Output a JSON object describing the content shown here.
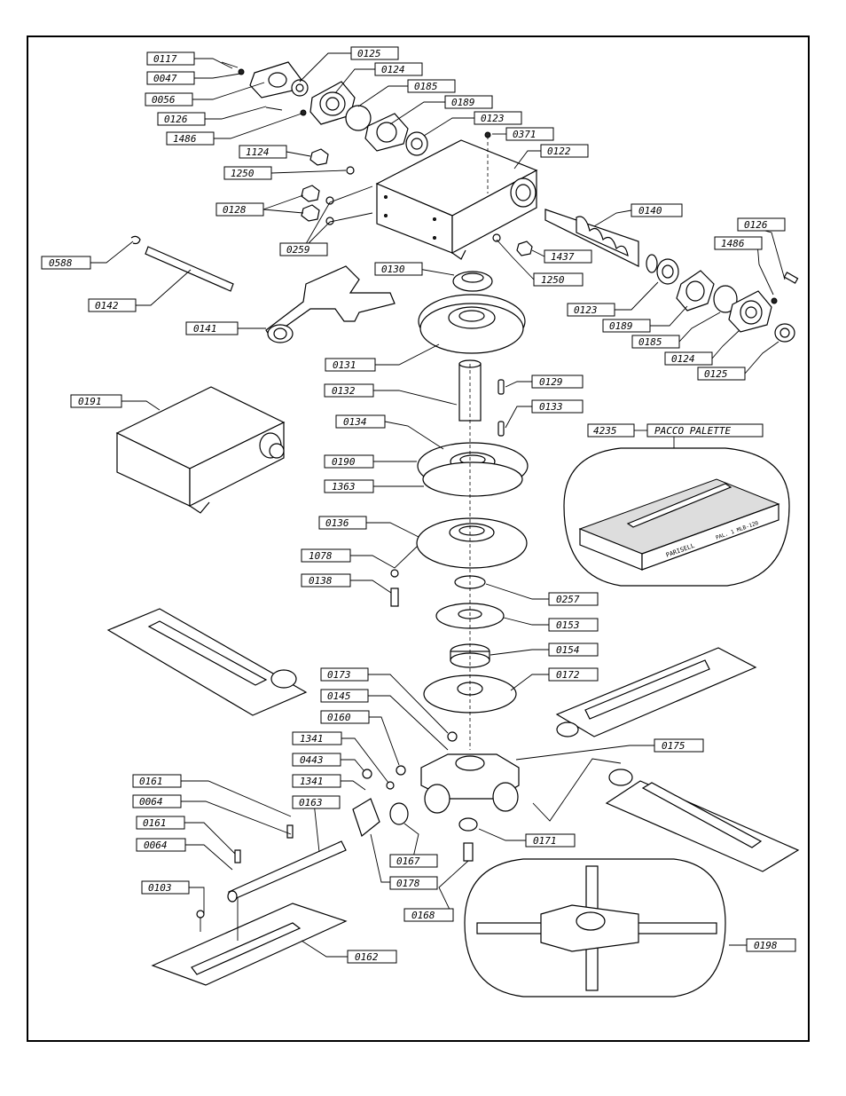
{
  "labels": {
    "l0117": "0117",
    "l0047": "0047",
    "l0056": "0056",
    "l0126a": "0126",
    "l1486a": "1486",
    "l0125a": "0125",
    "l0124a": "0124",
    "l0185a": "0185",
    "l0189a": "0189",
    "l0123a": "0123",
    "l0371": "0371",
    "l0122": "0122",
    "l1124": "1124",
    "l1250a": "1250",
    "l0128": "0128",
    "l0259": "0259",
    "l0588": "0588",
    "l0142": "0142",
    "l0141": "0141",
    "l0130": "0130",
    "l1250b": "1250",
    "l1437": "1437",
    "l0140": "0140",
    "l0126b": "0126",
    "l1486b": "1486",
    "l0123b": "0123",
    "l0189b": "0189",
    "l0185b": "0185",
    "l0124b": "0124",
    "l0125b": "0125",
    "l0131": "0131",
    "l0132": "0132",
    "l0129": "0129",
    "l0133": "0133",
    "l0191": "0191",
    "l0134": "0134",
    "l0190": "0190",
    "l1363": "1363",
    "l4235": "4235",
    "lpacco": "PACCO PALETTE",
    "l0136": "0136",
    "l1078": "1078",
    "l0138": "0138",
    "l0257": "0257",
    "l0153": "0153",
    "l0154": "0154",
    "l0173": "0173",
    "l0172": "0172",
    "l0145": "0145",
    "l0160": "0160",
    "l1341a": "1341",
    "l0443": "0443",
    "l1341b": "1341",
    "l0175": "0175",
    "l0161a": "0161",
    "l0064a": "0064",
    "l0163": "0163",
    "l0161b": "0161",
    "l0064b": "0064",
    "l0167": "0167",
    "l0171": "0171",
    "l0178": "0178",
    "l0103": "0103",
    "l0168": "0168",
    "l0198": "0198",
    "l0162": "0162"
  },
  "brand": {
    "palette_text": "PARISELL",
    "palette_mark": "PAL. 1 MLB-120"
  }
}
